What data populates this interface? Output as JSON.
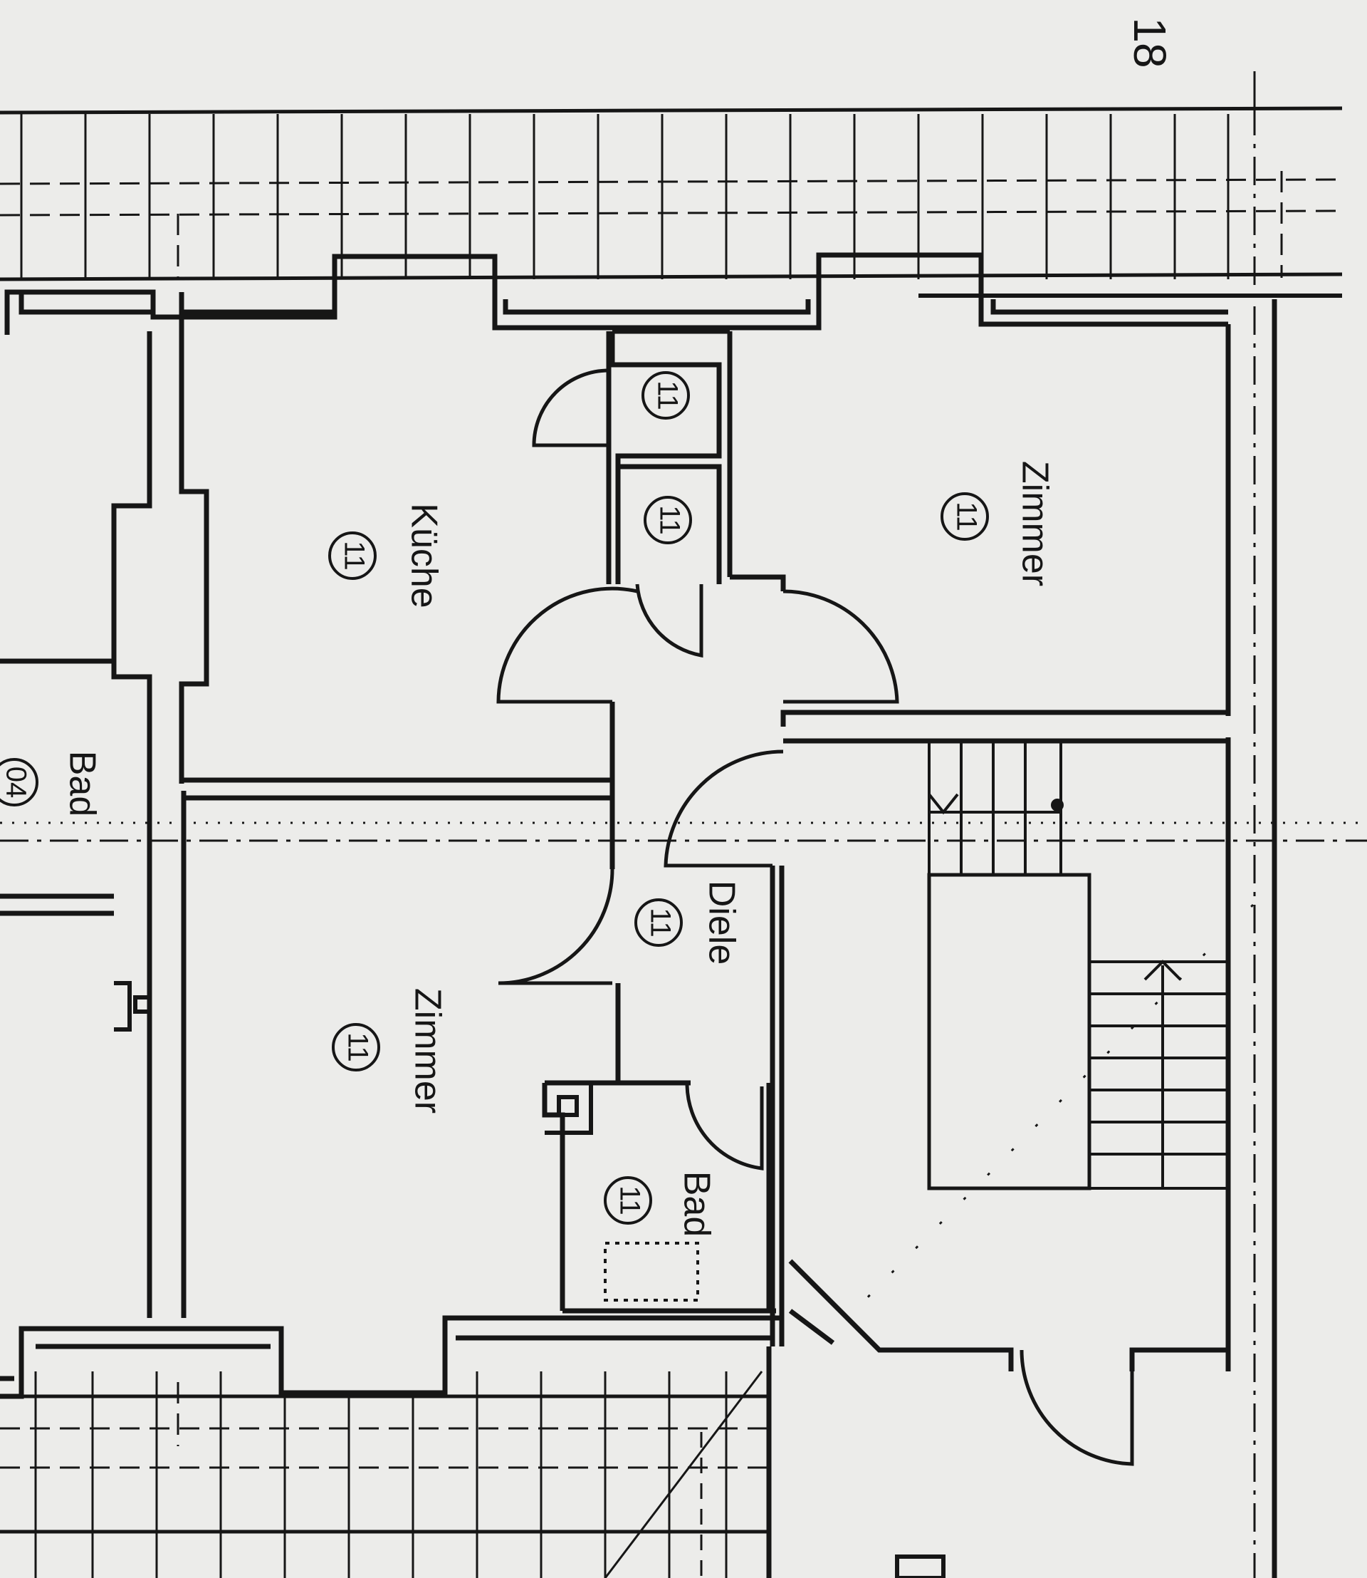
{
  "page_number": "18",
  "rooms": [
    {
      "id": "kueche",
      "name": "Küche",
      "number": "11"
    },
    {
      "id": "zimmer-top",
      "name": "Zimmer",
      "number": "11"
    },
    {
      "id": "zimmer-bottom",
      "name": "Zimmer",
      "number": "11"
    },
    {
      "id": "diele",
      "name": "Diele",
      "number": "11"
    },
    {
      "id": "bad",
      "name": "Bad",
      "number": "11"
    },
    {
      "id": "bad-neighbor",
      "name": "Bad",
      "number": "04"
    }
  ],
  "closets": [
    {
      "id": "closet-1",
      "number": "11"
    },
    {
      "id": "closet-2",
      "number": "11"
    }
  ],
  "colors": {
    "ink": "#161616",
    "paper": "#ececea"
  }
}
